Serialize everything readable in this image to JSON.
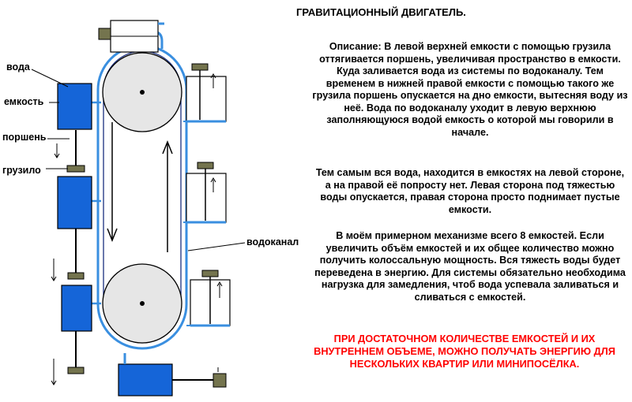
{
  "title": "ГРАВИТАЦИОННЫЙ ДВИГАТЕЛЬ.",
  "paragraphs": {
    "p1": "Описание: В левой верхней емкости с помощью грузила оттягивается поршень, увеличивая пространство в емкости. Куда заливается вода из системы по водоканалу. Тем временем в нижней правой емкости с помощью такого же грузила поршень опускается на дно емкости, вытесняя воду из неё. Вода по водоканалу уходит в левую верхнюю заполняющуюся водой емкость о которой мы говорили в начале.",
    "p2": "Тем самым вся вода, находится в емкостях на левой стороне, а на правой её попросту нет. Левая сторона под тяжестью воды опускается, правая сторона просто поднимает  пустые емкости.",
    "p3": "В моём примерном механизме всего 8 емкостей. Если увеличить объём емкостей и их общее количество можно получить колоссальную мощность. Вся тяжесть воды будет переведена в энергию. Для системы обязательно необходима нагрузка для замедления, чтоб вода успевала заливаться и сливаться с емкостей."
  },
  "footer": "ПРИ ДОСТАТОЧНОМ КОЛИЧЕСТВЕ ЕМКОСТЕЙ И ИХ ВНУТРЕННЕМ ОБЪЕМЕ, МОЖНО ПОЛУЧАТЬ ЭНЕРГИЮ ДЛЯ НЕСКОЛЬКИХ КВАРТИР ИЛИ МИНИПОСЁЛКА.",
  "labels": {
    "water": "вода",
    "tank": "емкость",
    "piston": "поршень",
    "weight": "грузило",
    "channel": "водоканал"
  },
  "colors": {
    "water_blue": "#1565d8",
    "belt_blue": "#3a8fe0",
    "weight_olive": "#74744e",
    "pulley_gray": "#e6e6e6",
    "footer_red": "#ff0000"
  }
}
